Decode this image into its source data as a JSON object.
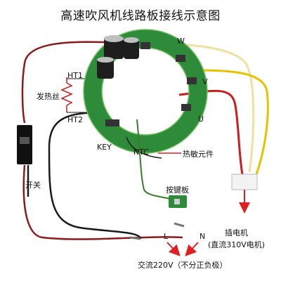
{
  "title": "高速吹风机线路板接线示意图",
  "labels": {
    "w": "W",
    "v": "V",
    "u": "U",
    "ht1": "HT1",
    "ht2": "HT2",
    "heater": "发热丝",
    "key": "KEY",
    "ntc": "NTC",
    "thermistor": "热敏元件",
    "switch": "开关",
    "button_board": "按键板",
    "plug_motor": "插电机",
    "dc_motor": "(直流310V电机)",
    "l": "L",
    "n": "N",
    "ac": "交流220V（不分正负极）"
  },
  "colors": {
    "pcb_green": "#2e8b3a",
    "wire_red": "#c81e1e",
    "wire_yellow": "#e6c200",
    "wire_black": "#1a1a1a",
    "arrow_red": "#e02020"
  }
}
